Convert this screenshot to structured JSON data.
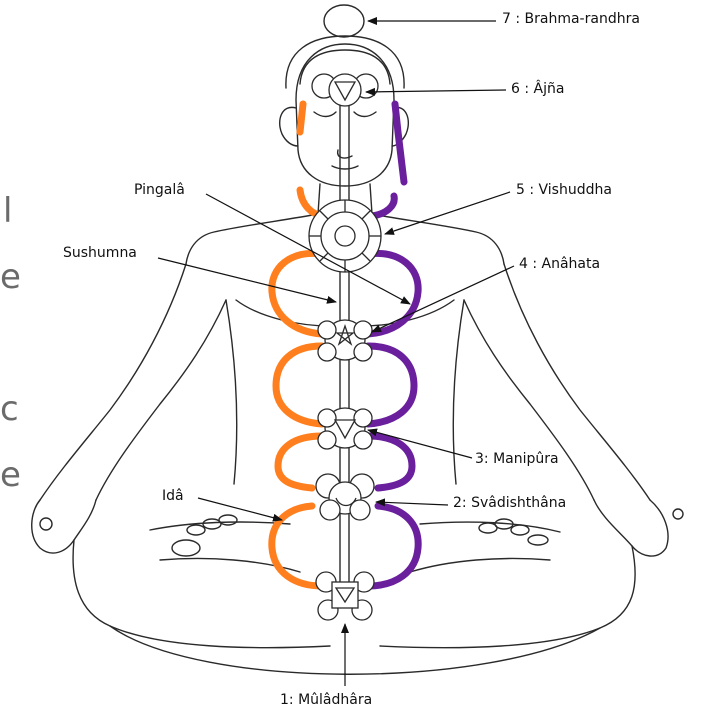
{
  "labels": {
    "brahma_randhra": "7 : Brahma-randhra",
    "ajna": "6 : Âjña",
    "vishuddha": "5 : Vishuddha",
    "anahata": "4 : Anâhata",
    "manipura": "3: Manipûra",
    "svadhishthana": "2: Svâdishthâna",
    "muladhara": "1: Mûlâdhâra",
    "pingala": "Pingalâ",
    "sushumna": "Sushumna",
    "ida": "Idâ"
  },
  "edge_fragments": [
    "l",
    "e",
    "c",
    "e"
  ],
  "colors": {
    "ida_channel": "#ff7f1e",
    "pingala_channel": "#6a1f9c",
    "outline": "#2a2a2a",
    "edge_text": "#6b6b6b"
  }
}
